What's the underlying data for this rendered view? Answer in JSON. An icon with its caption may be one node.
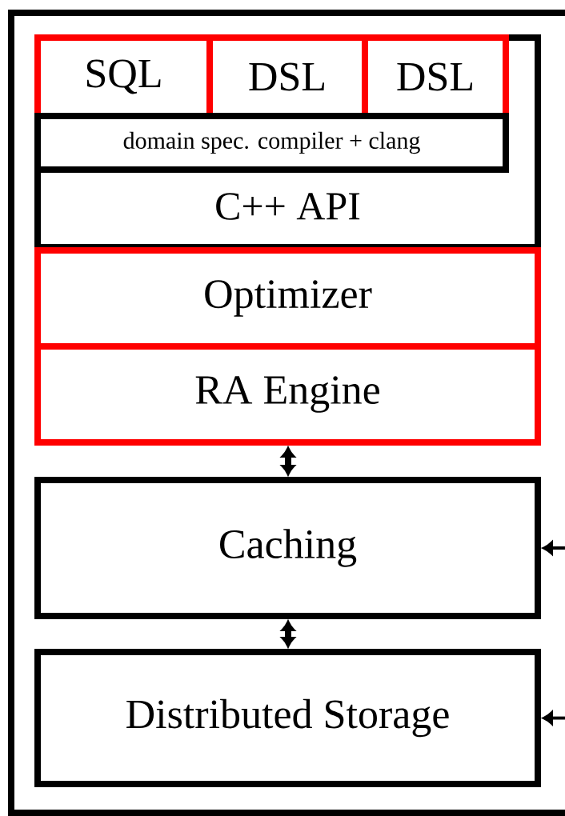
{
  "diagram": {
    "nodes": [
      {
        "text": [
          "C++ API"
        ]
      },
      {
        "text": [
          "SQL"
        ],
        "in": 0
      },
      {
        "text": [
          "DSL"
        ],
        "in": 0
      },
      {
        "text": [
          "DSL"
        ],
        "in": 0
      },
      {
        "text": [
          "domain spec. compiler + clang"
        ],
        "in": 0
      },
      {
        "text": [
          "Optimizer"
        ]
      },
      {
        "text": [
          "RA Engine"
        ]
      },
      {
        "text": [
          "Caching"
        ]
      },
      {
        "text": [
          "Distributed Storage"
        ]
      }
    ],
    "edges": [
      {
        "from": 6,
        "to": 7,
        "arrow": "both",
        "style": "thick"
      },
      {
        "from": 7,
        "to": 8,
        "arrow": "both",
        "style": "thick"
      },
      {
        "from": null,
        "to": 7,
        "arrow": "to"
      },
      {
        "from": null,
        "to": 8,
        "arrow": "to"
      }
    ]
  }
}
